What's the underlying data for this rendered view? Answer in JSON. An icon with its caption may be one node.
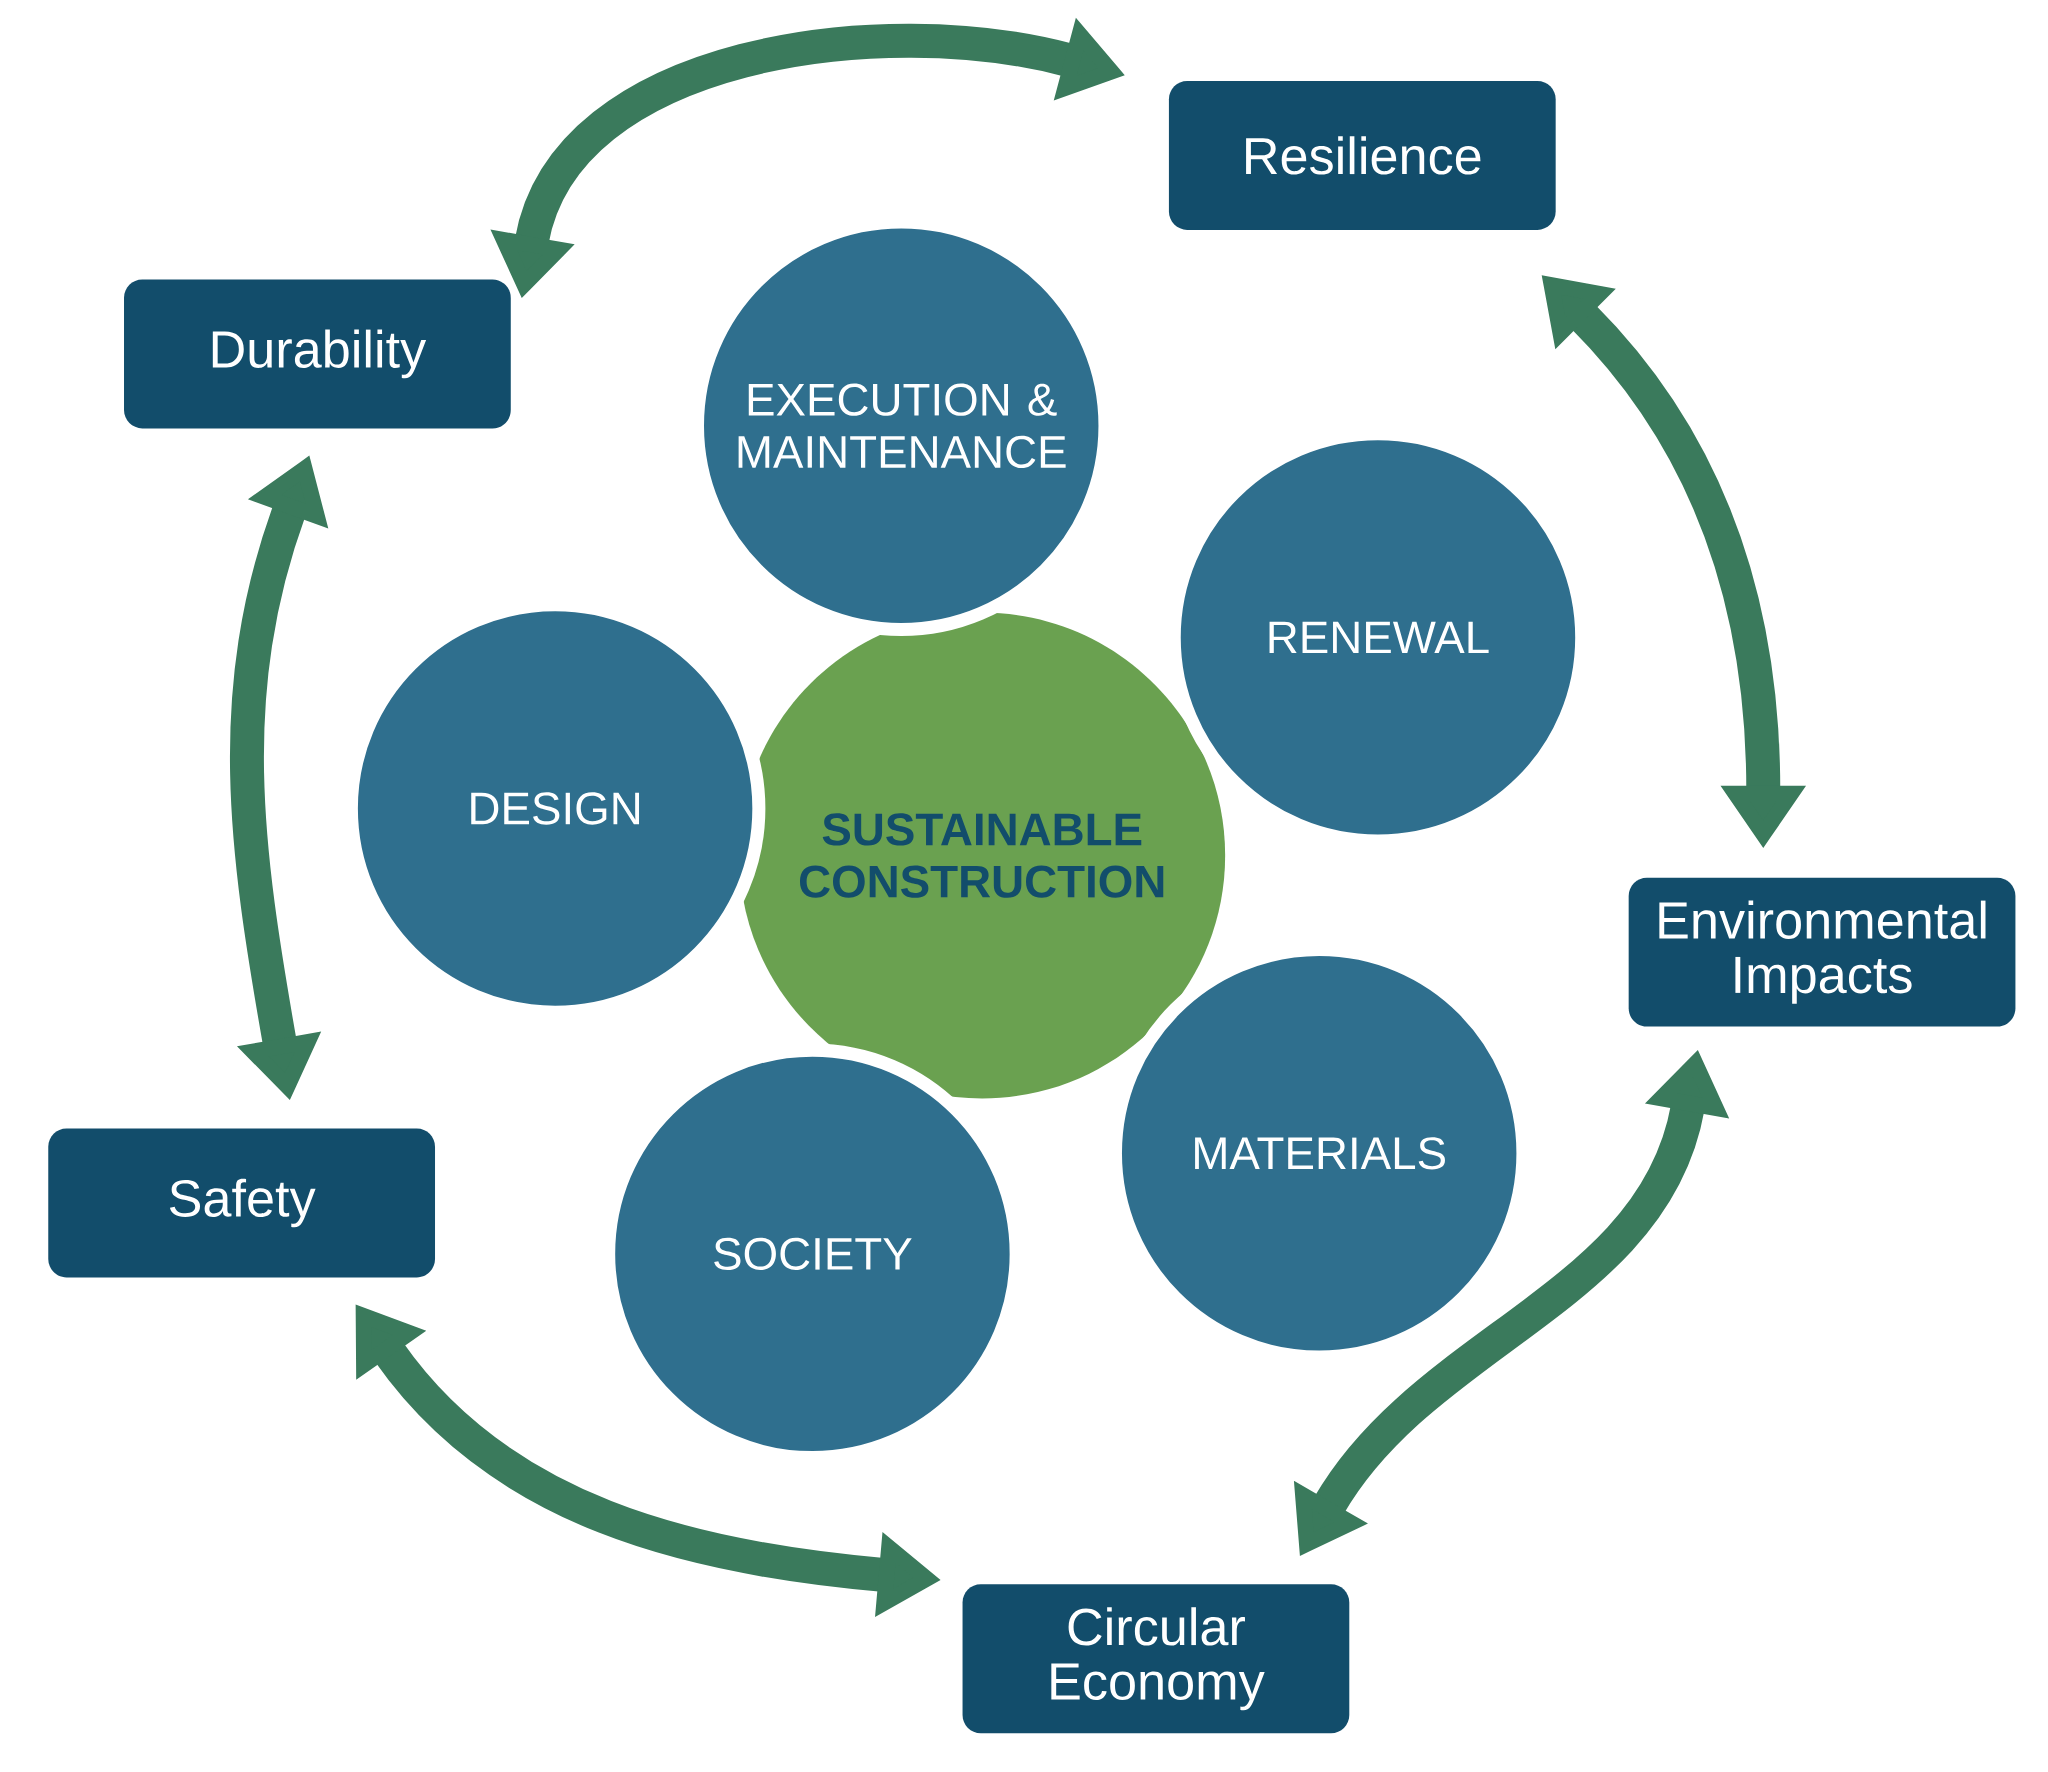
{
  "diagram": {
    "nodes": [
      {
        "text": [
          "Durability"
        ]
      },
      {
        "text": [
          "Resilience"
        ]
      },
      {
        "text": [
          "EXECUTION & MAINTENANCE"
        ]
      },
      {
        "text": [
          "RENEWAL"
        ]
      },
      {
        "text": [
          "DESIGN"
        ]
      },
      {
        "text": [
          "SUSTAINABLE CONSTRUCTION"
        ]
      },
      {
        "text": [
          "Environmental Impacts"
        ]
      },
      {
        "text": [
          "MATERIALS"
        ]
      },
      {
        "text": [
          "Safety"
        ]
      },
      {
        "text": [
          "SOCIETY"
        ]
      },
      {
        "text": [
          "Circular Economy"
        ]
      }
    ],
    "edges": [
      {
        "from": 0,
        "to": 1,
        "arrow": "both"
      },
      {
        "from": 1,
        "to": 6,
        "arrow": "both"
      },
      {
        "from": 6,
        "to": 10,
        "arrow": "both"
      },
      {
        "from": 10,
        "to": 8,
        "arrow": "both"
      },
      {
        "from": 8,
        "to": 0,
        "arrow": "both"
      }
    ]
  }
}
